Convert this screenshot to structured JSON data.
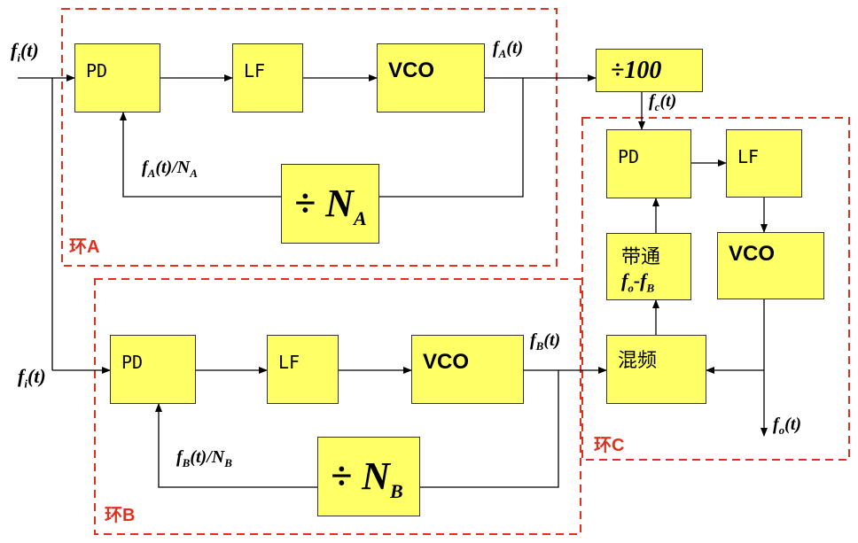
{
  "signals": {
    "fi_top": "f_i(t)",
    "fi_bottom": "f_i(t)",
    "fA": "f_A(t)",
    "fB": "f_B(t)",
    "fc": "f_c(t)",
    "fo": "f_o(t)",
    "fA_div": "f_A(t)/N_A",
    "fB_div": "f_B(t)/N_B"
  },
  "loops": {
    "A": {
      "label": "环A",
      "pd": "PD",
      "lf": "LF",
      "vco": "VCO",
      "divider": "÷ N_A"
    },
    "B": {
      "label": "环B",
      "pd": "PD",
      "lf": "LF",
      "vco": "VCO",
      "divider": "÷ N_B"
    },
    "C": {
      "label": "环C",
      "pd": "PD",
      "lf": "LF",
      "vco": "VCO",
      "bandpass_line1": "带通",
      "bandpass_line2": "f_o-f_B",
      "mixer": "混频"
    }
  },
  "prescaler": "÷100",
  "colors": {
    "block_fill": "#ffff66",
    "dashed_border": "#e0301e",
    "wire": "#000000"
  }
}
